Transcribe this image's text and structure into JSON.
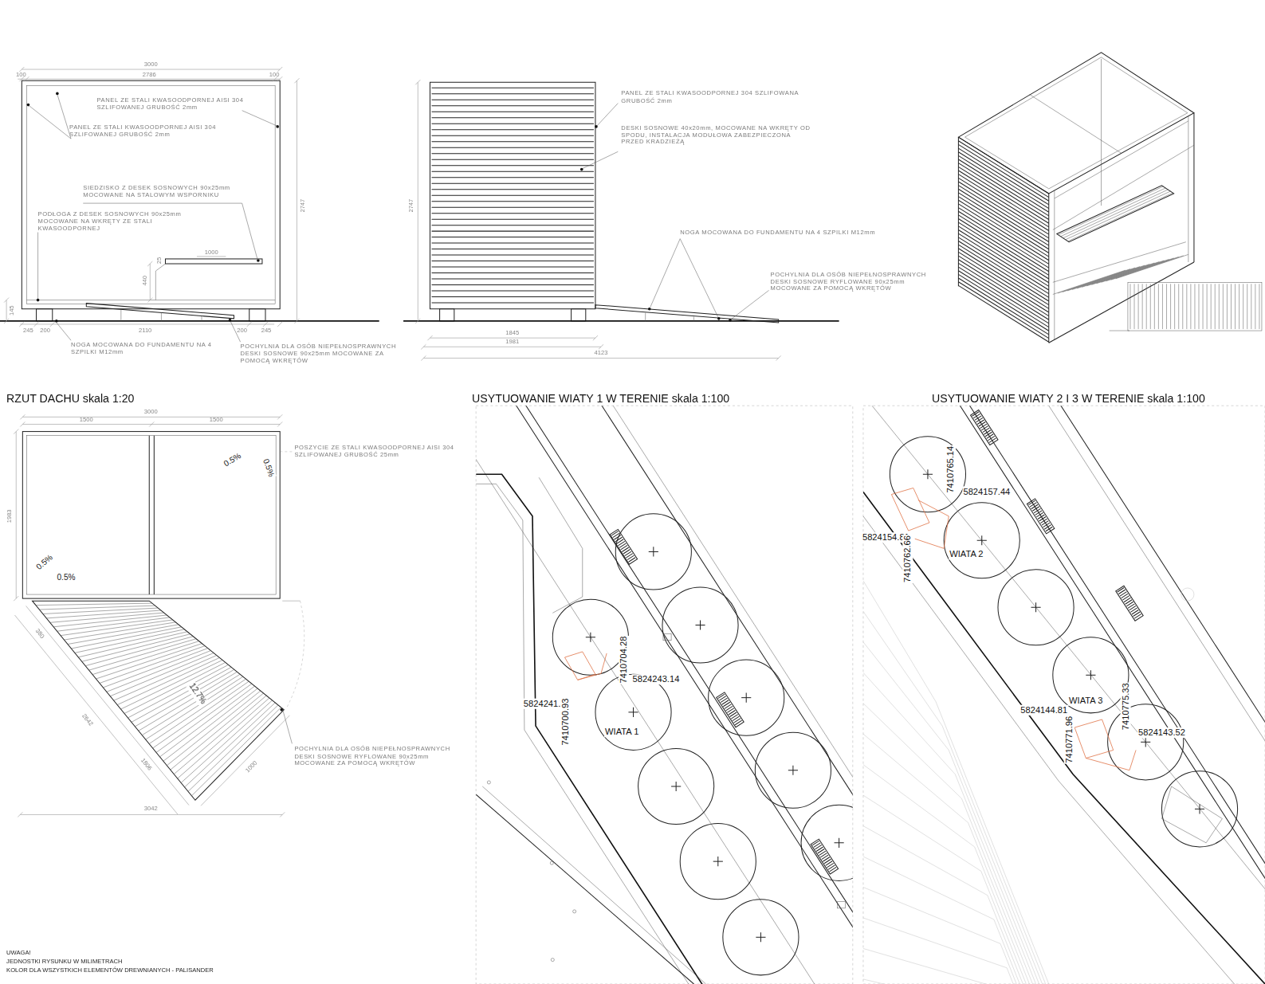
{
  "diagram": {
    "labels": [
      "3000",
      "100",
      "2786",
      "100",
      "2747",
      "PANEL ZE STALI KWASOODPORNEJ AISI 304 SZLIFOWANEJ GRUBOŚĆ 2mm",
      "PANEL ZE STALI KWASOODPORNEJ AISI 304 SZLIFOWANEJ GRUBOŚĆ 2mm",
      "SIEDZISKO Z DESEK SOSNOWYCH 90x25mm MOCOWANE NA STALOWYM WSPORNIKU",
      "PODŁOGA Z DESEK SOSNOWYCH 90x25mm MOCOWANE NA WKRĘTY ZE STALI KWASOODPORNEJ",
      "1000",
      "440",
      "25",
      "145",
      "245",
      "200",
      "2110",
      "200",
      "245",
      "NOGA MOCOWANA DO FUNDAMENTU NA 4 SZPILKI M12mm",
      "POCHYLNIA DLA OSÓB NIEPEŁNOSPRAWNYCH DESKI SOSNOWE 90x25mm MOCOWANE ZA POMOCĄ WKRĘTÓW",
      "PANEL ZE STALI KWASOODPORNEJ 304 SZLIFOWANA GRUBOŚĆ 2mm",
      "DESKI SOSNOWE 40x20mm, MOCOWANE NA WKRĘTY OD SPODU, INSTALACJA MODUŁOWA ZABEZPIECZONA PRZED KRADZIEŻĄ",
      "2747",
      "NOGA MOCOWANA DO FUNDAMENTU NA 4 SZPILKI M12mm",
      "POCHYLNIA DLA OSÓB NIEPEŁNOSPRAWNYCH DESKI SOSNOWE RYFLOWANE 90x25mm MOCOWANE ZA POMOCĄ WKRĘTÓW",
      "1845",
      "1981",
      "4123",
      "RZUT DACHU skala 1:20",
      "3000",
      "1500",
      "1500",
      "POSZYCIE ZE STALI KWASOODPORNEJ AISI 304 SZLIFOWANEJ GRUBOŚĆ 25mm",
      "0.5%",
      "0.5%",
      "1983",
      "0.5%",
      "0.5%",
      "12.7%",
      "POCHYLNIA DLA OSÓB NIEPEŁNOSPRAWNYCH DESKI SOSNOWE RYFLOWANE 90x25mm MOCOWANE ZA POMOCĄ WKRĘTÓW",
      "3042",
      "380",
      "2642",
      "1806",
      "1000",
      "USYTUOWANIE WIATY 1 W TERENIE skala 1:100",
      "7410704.28",
      "5824243.14",
      "5824241.8",
      "7410700.93",
      "WIATA 1",
      "USYTUOWANIE WIATY 2 I 3 W TERENIE skala 1:100",
      "7410765.14",
      "5824157.44",
      "5824154.81",
      "7410762.66",
      "WIATA 2",
      "5824144.81",
      "WIATA 3",
      "7410775.33",
      "7410771.96",
      "5824143.52",
      "UWAGA!",
      "JEDNOSTKI RYSUNKU W MILIMETRACH",
      "KOLOR DLA WSZYSTKICH ELEMENTÓW DREWNIANYCH - PALISANDER"
    ]
  }
}
